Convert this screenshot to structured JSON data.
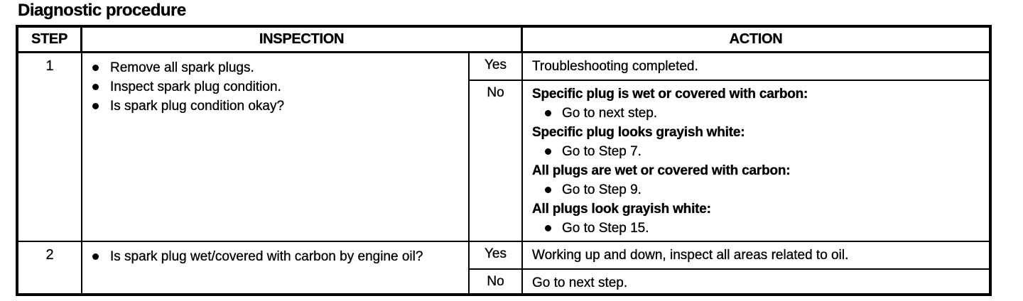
{
  "page": {
    "title": "Diagnostic procedure"
  },
  "colors": {
    "ink": "#000000",
    "paper": "#ffffff"
  },
  "table": {
    "headers": {
      "step": "STEP",
      "inspection": "INSPECTION",
      "action": "ACTION"
    },
    "rows": [
      {
        "step": "1",
        "inspection_bullets": [
          "Remove all spark plugs.",
          "Inspect spark plug condition.",
          "Is spark plug condition okay?"
        ],
        "branches": [
          {
            "answer": "Yes",
            "action_lines": [
              {
                "style": "text",
                "text": "Troubleshooting completed."
              }
            ]
          },
          {
            "answer": "No",
            "action_lines": [
              {
                "style": "bold",
                "text": "Specific plug is wet or covered with carbon:"
              },
              {
                "style": "bullet",
                "text": "Go to next step."
              },
              {
                "style": "bold",
                "text": "Specific plug looks grayish white:"
              },
              {
                "style": "bullet",
                "text": "Go to Step 7."
              },
              {
                "style": "bold",
                "text": "All plugs are wet or covered with carbon:"
              },
              {
                "style": "bullet",
                "text": "Go to Step 9."
              },
              {
                "style": "bold",
                "text": "All plugs look grayish white:"
              },
              {
                "style": "bullet",
                "text": "Go to Step 15."
              }
            ]
          }
        ]
      },
      {
        "step": "2",
        "inspection_bullets": [
          "Is spark plug wet/covered with carbon by engine oil?"
        ],
        "branches": [
          {
            "answer": "Yes",
            "action_lines": [
              {
                "style": "text",
                "text": "Working up and down, inspect all areas related to oil."
              }
            ]
          },
          {
            "answer": "No",
            "action_lines": [
              {
                "style": "text",
                "text": "Go to next step."
              }
            ]
          }
        ]
      }
    ]
  }
}
